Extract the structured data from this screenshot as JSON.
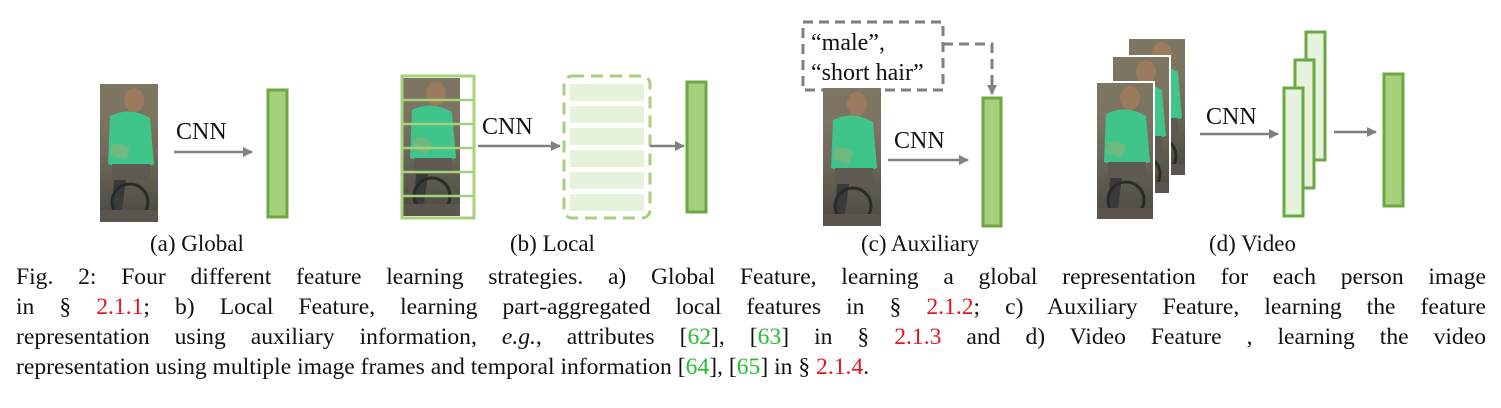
{
  "figure": {
    "panels": [
      {
        "id": "a",
        "label": "(a) Global",
        "arrow_label": "CNN"
      },
      {
        "id": "b",
        "label": "(b) Local",
        "arrow_label": "CNN"
      },
      {
        "id": "c",
        "label": "(c) Auxiliary",
        "arrow_label": "CNN",
        "attribute_line1": "“male”,",
        "attribute_line2": "“short hair”"
      },
      {
        "id": "d",
        "label": "(d) Video",
        "arrow_label": "CNN"
      }
    ],
    "colors": {
      "feature_fill": "#a6d07c",
      "feature_stroke": "#6ba844",
      "frame_fill": "#e6f2dc",
      "arrow": "#808080",
      "dashed_box": "#808080"
    }
  },
  "caption": {
    "prefix": "Fig. 2:",
    "t1": "Four different feature learning strategies. a) Global Feature, learning a global representation for each person image",
    "t2": "in §",
    "ref1": "2.1.1",
    "t3": "; b) Local Feature, learning part-aggregated local features in §",
    "ref2": "2.1.2",
    "t4": "; c) Auxiliary Feature, learning the feature",
    "t5": "representation using auxiliary information,",
    "eg": "e.g.",
    "t6": ", attributes [",
    "cite1": "62",
    "t7": "], [",
    "cite2": "63",
    "t8": "] in §",
    "ref3": "2.1.3",
    "t9": "and d) Video Feature , learning the video",
    "t10": "representation using multiple image frames and temporal information [",
    "cite3": "64",
    "t11": "], [",
    "cite4": "65",
    "t12": "] in §",
    "ref4": "2.1.4",
    "t13": "."
  }
}
